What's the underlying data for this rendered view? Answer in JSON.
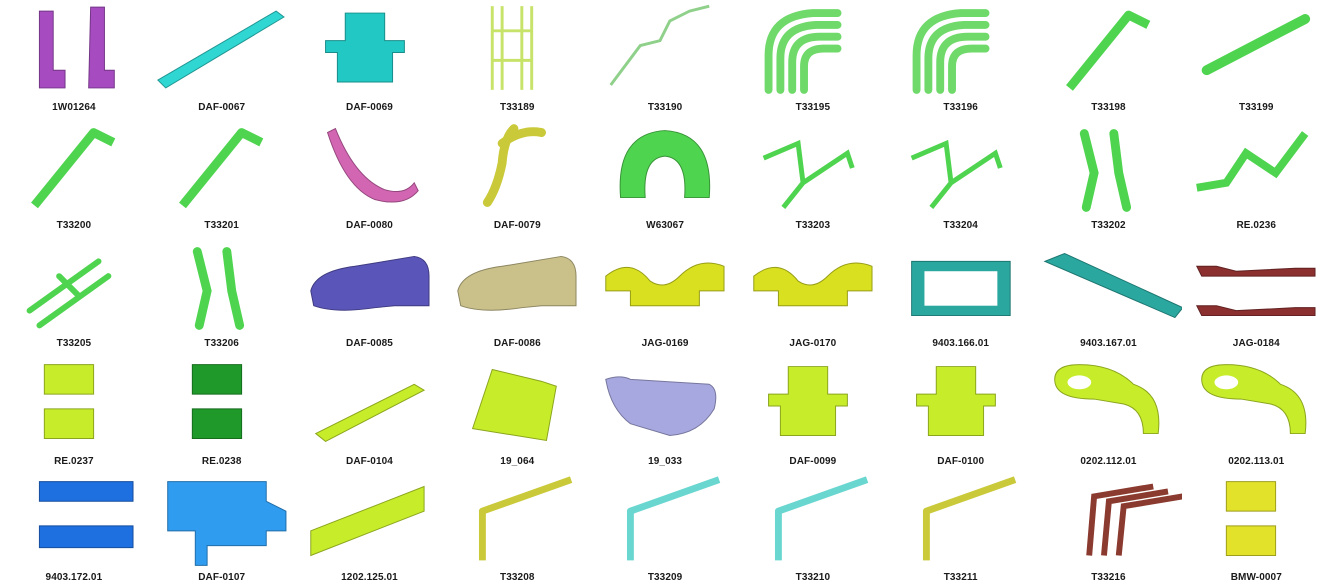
{
  "catalog": {
    "rows": [
      [
        {
          "id": "1W01264",
          "color": "#a64cc0",
          "shape": "l-bracket-pair"
        },
        {
          "id": "DAF-0067",
          "color": "#2fd6d2",
          "shape": "long-rail"
        },
        {
          "id": "DAF-0069",
          "color": "#22c9c4",
          "shape": "hat-bracket"
        },
        {
          "id": "T33189",
          "color": "#c8e36a",
          "shape": "wire-frame"
        },
        {
          "id": "T33190",
          "color": "#8fd08a",
          "shape": "thin-wire"
        },
        {
          "id": "T33195",
          "color": "#6fd96a",
          "shape": "curved-fingers"
        },
        {
          "id": "T33196",
          "color": "#6fd96a",
          "shape": "curved-fingers"
        },
        {
          "id": "T33198",
          "color": "#4fd44f",
          "shape": "angle-bar"
        },
        {
          "id": "T33199",
          "color": "#4fd44f",
          "shape": "flat-bar"
        }
      ],
      [
        {
          "id": "T33200",
          "color": "#4fd44f",
          "shape": "angle-bar"
        },
        {
          "id": "T33201",
          "color": "#4fd44f",
          "shape": "angle-bar"
        },
        {
          "id": "DAF-0080",
          "color": "#d366b3",
          "shape": "curved-arm"
        },
        {
          "id": "DAF-0079",
          "color": "#c9c93a",
          "shape": "y-bracket"
        },
        {
          "id": "W63067",
          "color": "#4fd44f",
          "shape": "horseshoe"
        },
        {
          "id": "T33203",
          "color": "#4fd44f",
          "shape": "z-wire-pair"
        },
        {
          "id": "T33204",
          "color": "#4fd44f",
          "shape": "z-wire-pair"
        },
        {
          "id": "T33202",
          "color": "#4fd44f",
          "shape": "strip-pair"
        },
        {
          "id": "RE.0236",
          "color": "#4fd44f",
          "shape": "zigzag-pair"
        }
      ],
      [
        {
          "id": "T33205",
          "color": "#4fd44f",
          "shape": "fork-pair"
        },
        {
          "id": "T33206",
          "color": "#4fd44f",
          "shape": "strip-pair"
        },
        {
          "id": "DAF-0085",
          "color": "#5a55b8",
          "shape": "plate"
        },
        {
          "id": "DAF-0086",
          "color": "#c9c08a",
          "shape": "plate"
        },
        {
          "id": "JAG-0169",
          "color": "#d8e020",
          "shape": "saddle"
        },
        {
          "id": "JAG-0170",
          "color": "#d8e020",
          "shape": "saddle"
        },
        {
          "id": "9403.166.01",
          "color": "#2aa8a0",
          "shape": "frame"
        },
        {
          "id": "9403.167.01",
          "color": "#2aa8a0",
          "shape": "ladder"
        },
        {
          "id": "JAG-0184",
          "color": "#8b2f2f",
          "shape": "rail-pair"
        }
      ],
      [
        {
          "id": "RE.0237",
          "color": "#c6ec2a",
          "shape": "block-pair"
        },
        {
          "id": "RE.0238",
          "color": "#1f9a2a",
          "shape": "block-pair"
        },
        {
          "id": "DAF-0104",
          "color": "#c6ec2a",
          "shape": "slot-strip"
        },
        {
          "id": "19_064",
          "color": "#c6ec2a",
          "shape": "panel"
        },
        {
          "id": "19_033",
          "color": "#a8a8e0",
          "shape": "tray"
        },
        {
          "id": "DAF-0099",
          "color": "#c6ec2a",
          "shape": "hat-bracket"
        },
        {
          "id": "DAF-0100",
          "color": "#c6ec2a",
          "shape": "hat-bracket"
        },
        {
          "id": "0202.112.01",
          "color": "#c6ec2a",
          "shape": "loop"
        },
        {
          "id": "0202.113.01",
          "color": "#c6ec2a",
          "shape": "loop"
        }
      ],
      [
        {
          "id": "9403.172.01",
          "color": "#1e6fe0",
          "shape": "channel-pair"
        },
        {
          "id": "DAF-0107",
          "color": "#2f9cf0",
          "shape": "plate-tab"
        },
        {
          "id": "1202.125.01",
          "color": "#c6ec2a",
          "shape": "beam"
        },
        {
          "id": "T33208",
          "color": "#c9c93a",
          "shape": "l-rod"
        },
        {
          "id": "T33209",
          "color": "#6ad6d0",
          "shape": "l-rod"
        },
        {
          "id": "T33210",
          "color": "#6ad6d0",
          "shape": "l-rod"
        },
        {
          "id": "T33211",
          "color": "#c9c93a",
          "shape": "l-rod"
        },
        {
          "id": "T33216",
          "color": "#8b3a2f",
          "shape": "rail-stack"
        },
        {
          "id": "BMW-0007",
          "color": "#e2e22a",
          "shape": "block-pair"
        }
      ]
    ]
  }
}
